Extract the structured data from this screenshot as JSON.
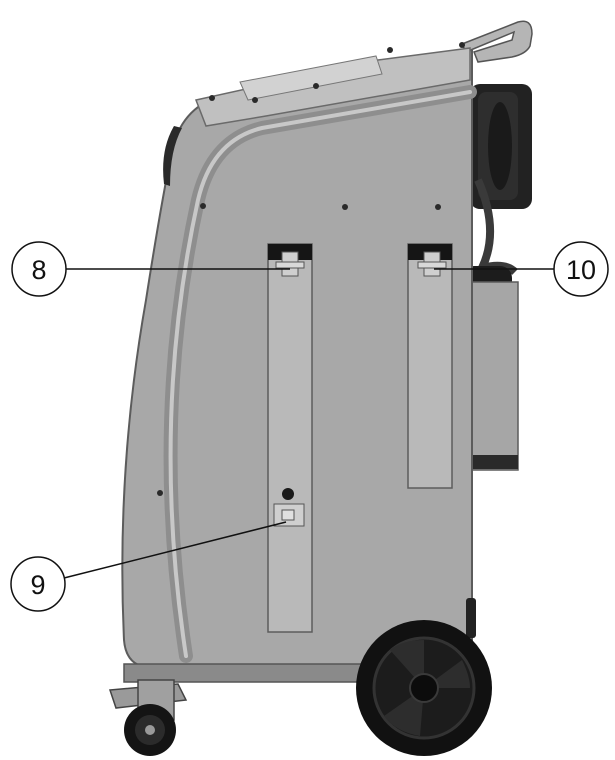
{
  "callouts": [
    {
      "id": "callout-8",
      "label": "8"
    },
    {
      "id": "callout-9",
      "label": "9"
    },
    {
      "id": "callout-10",
      "label": "10"
    }
  ],
  "colors": {
    "body": "#a9a9a9",
    "body_light": "#c4c4c4",
    "body_dark": "#8c8c8c",
    "outline": "#5c5c5c",
    "slot": "#bdbdbd",
    "black": "#111111"
  }
}
